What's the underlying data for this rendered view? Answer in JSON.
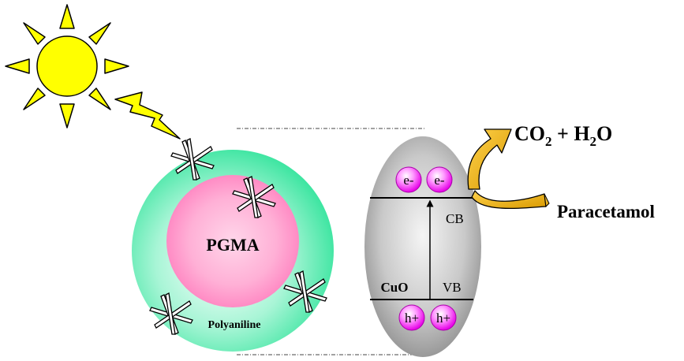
{
  "diagram": {
    "particle": {
      "core_label": "PGMA",
      "shell_label": "Polyaniline"
    },
    "semiconductor": {
      "material_label": "CuO",
      "conduction_band_label": "CB",
      "valence_band_label": "VB",
      "electron_labels": [
        "e-",
        "e-"
      ],
      "hole_labels": [
        "h+",
        "h+"
      ]
    },
    "reaction": {
      "product_main": "CO",
      "product_sub_1": "2",
      "product_plus": " + H",
      "product_sub_2": "2",
      "product_tail": "O",
      "reactant_label": "Paracetamol"
    }
  },
  "colors": {
    "sun_yellow": "#ffff00",
    "shell_green": "#33e6a0",
    "core_pink": "#ff99cc",
    "ellipse_gray": "#b3b3b3",
    "charge_magenta": "#ff33ff",
    "arrow_gold": "#e6a800"
  },
  "icons": [
    "sun-icon",
    "lightning-bolt-icon",
    "nanoparticle-cluster-icon"
  ]
}
